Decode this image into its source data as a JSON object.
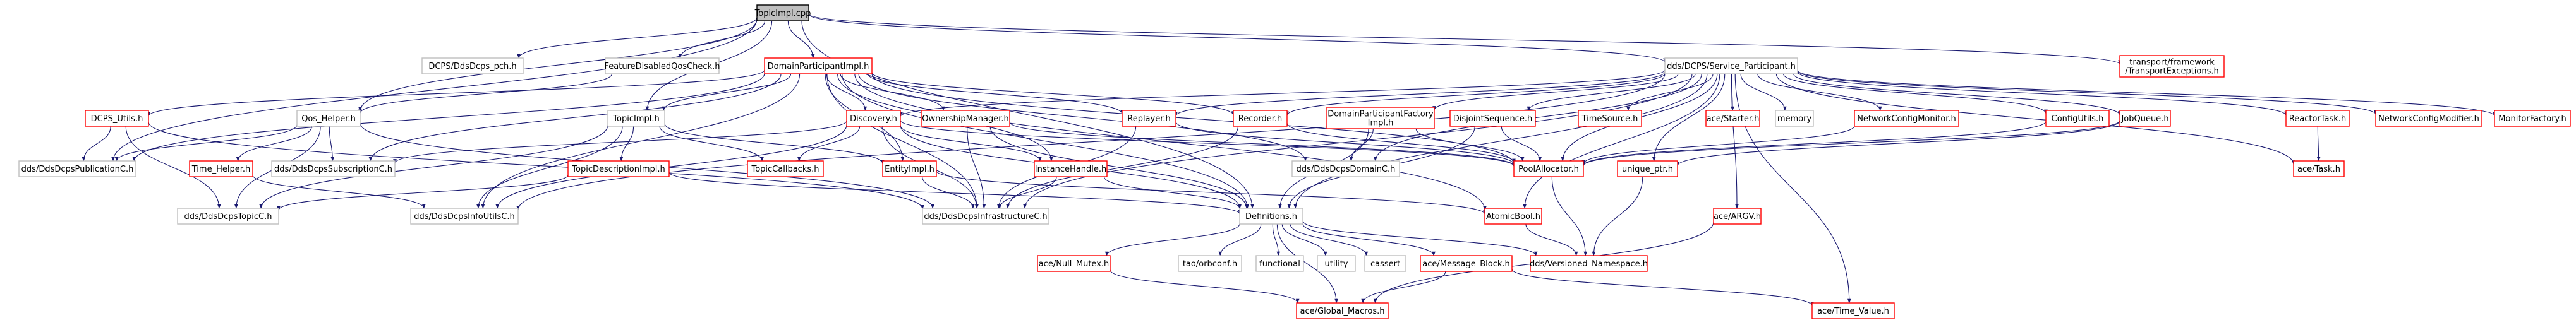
{
  "nodes": {
    "root": {
      "lines": [
        "TopicImpl.cpp"
      ],
      "missing": false,
      "root": true
    },
    "ddsdcpspch": {
      "lines": [
        "DCPS/DdsDcps_pch.h"
      ],
      "missing": false
    },
    "featuredisabled": {
      "lines": [
        "FeatureDisabledQosCheck.h"
      ],
      "missing": false
    },
    "domainparticipantimpl": {
      "lines": [
        "DomainParticipantImpl.h"
      ],
      "missing": true
    },
    "serviceparticipant": {
      "lines": [
        "dds/DCPS/Service_Participant.h"
      ],
      "missing": false
    },
    "transportexceptions": {
      "lines": [
        "transport/framework",
        "/TransportExceptions.h"
      ],
      "missing": true
    },
    "dcpsutils": {
      "lines": [
        "DCPS_Utils.h"
      ],
      "missing": true
    },
    "qoshelper": {
      "lines": [
        "Qos_Helper.h"
      ],
      "missing": false
    },
    "topicimplh": {
      "lines": [
        "TopicImpl.h"
      ],
      "missing": false
    },
    "discovery": {
      "lines": [
        "Discovery.h"
      ],
      "missing": true
    },
    "ownershipmanager": {
      "lines": [
        "OwnershipManager.h"
      ],
      "missing": true
    },
    "replayer": {
      "lines": [
        "Replayer.h"
      ],
      "missing": true
    },
    "recorder": {
      "lines": [
        "Recorder.h"
      ],
      "missing": true
    },
    "dpfactoryimpl": {
      "lines": [
        "DomainParticipantFactory",
        "Impl.h"
      ],
      "missing": true
    },
    "disjointsequence": {
      "lines": [
        "DisjointSequence.h"
      ],
      "missing": true
    },
    "timesource": {
      "lines": [
        "TimeSource.h"
      ],
      "missing": true
    },
    "acestarter": {
      "lines": [
        "ace/Starter.h"
      ],
      "missing": true
    },
    "memory": {
      "lines": [
        "memory"
      ],
      "missing": false
    },
    "netconfigmonitor": {
      "lines": [
        "NetworkConfigMonitor.h"
      ],
      "missing": true
    },
    "configutils": {
      "lines": [
        "ConfigUtils.h"
      ],
      "missing": true
    },
    "jobqueue": {
      "lines": [
        "JobQueue.h"
      ],
      "missing": true
    },
    "reactortask": {
      "lines": [
        "ReactorTask.h"
      ],
      "missing": true
    },
    "netconfigmodifier": {
      "lines": [
        "NetworkConfigModifier.h"
      ],
      "missing": true
    },
    "monitorfactory": {
      "lines": [
        "MonitorFactory.h"
      ],
      "missing": true
    },
    "publicationc": {
      "lines": [
        "dds/DdsDcpsPublicationC.h"
      ],
      "missing": false
    },
    "subscriptionc": {
      "lines": [
        "dds/DdsDcpsSubscriptionC.h"
      ],
      "missing": false
    },
    "timehelper": {
      "lines": [
        "Time_Helper.h"
      ],
      "missing": true
    },
    "topiccallbacks": {
      "lines": [
        "TopicCallbacks.h"
      ],
      "missing": true
    },
    "topicdescimpl": {
      "lines": [
        "TopicDescriptionImpl.h"
      ],
      "missing": true
    },
    "entityimpl": {
      "lines": [
        "EntityImpl.h"
      ],
      "missing": true
    },
    "instancehandle": {
      "lines": [
        "InstanceHandle.h"
      ],
      "missing": true
    },
    "domainc": {
      "lines": [
        "dds/DdsDcpsDomainC.h"
      ],
      "missing": false
    },
    "poolallocator": {
      "lines": [
        "PoolAllocator.h"
      ],
      "missing": true
    },
    "uniqueptr": {
      "lines": [
        "unique_ptr.h"
      ],
      "missing": true
    },
    "acetask": {
      "lines": [
        "ace/Task.h"
      ],
      "missing": true
    },
    "topicc": {
      "lines": [
        "dds/DdsDcpsTopicC.h"
      ],
      "missing": false
    },
    "infoutilsc": {
      "lines": [
        "dds/DdsDcpsInfoUtilsC.h"
      ],
      "missing": false
    },
    "infrastructurec": {
      "lines": [
        "dds/DdsDcpsInfrastructureC.h"
      ],
      "missing": false
    },
    "definitions": {
      "lines": [
        "Definitions.h"
      ],
      "missing": false
    },
    "atomicbool": {
      "lines": [
        "AtomicBool.h"
      ],
      "missing": true
    },
    "aceargv": {
      "lines": [
        "ace/ARGV.h"
      ],
      "missing": true
    },
    "nullmutex": {
      "lines": [
        "ace/Null_Mutex.h"
      ],
      "missing": true
    },
    "taoorbconf": {
      "lines": [
        "tao/orbconf.h"
      ],
      "missing": false
    },
    "functional": {
      "lines": [
        "functional"
      ],
      "missing": false
    },
    "utility": {
      "lines": [
        "utility"
      ],
      "missing": false
    },
    "cassert": {
      "lines": [
        "cassert"
      ],
      "missing": false
    },
    "messageblock": {
      "lines": [
        "ace/Message_Block.h"
      ],
      "missing": true
    },
    "versionednamespace": {
      "lines": [
        "dds/Versioned_Namespace.h"
      ],
      "missing": true
    },
    "globalmacros": {
      "lines": [
        "ace/Global_Macros.h"
      ],
      "missing": true
    },
    "timevalue": {
      "lines": [
        "ace/Time_Value.h"
      ],
      "missing": true
    }
  },
  "edges": [
    [
      "root",
      "ddsdcpspch"
    ],
    [
      "root",
      "featuredisabled"
    ],
    [
      "root",
      "domainparticipantimpl"
    ],
    [
      "root",
      "serviceparticipant"
    ],
    [
      "root",
      "transportexceptions"
    ],
    [
      "root",
      "qoshelper"
    ],
    [
      "root",
      "topicimplh"
    ],
    [
      "root",
      "publicationc"
    ],
    [
      "root",
      "definitions"
    ],
    [
      "featuredisabled",
      "qoshelper"
    ],
    [
      "domainparticipantimpl",
      "dcpsutils"
    ],
    [
      "domainparticipantimpl",
      "topicimplh"
    ],
    [
      "domainparticipantimpl",
      "discovery"
    ],
    [
      "domainparticipantimpl",
      "ownershipmanager"
    ],
    [
      "domainparticipantimpl",
      "replayer"
    ],
    [
      "domainparticipantimpl",
      "recorder"
    ],
    [
      "domainparticipantimpl",
      "poolallocator"
    ],
    [
      "domainparticipantimpl",
      "instancehandle"
    ],
    [
      "domainparticipantimpl",
      "entityimpl"
    ],
    [
      "domainparticipantimpl",
      "infrastructurec"
    ],
    [
      "domainparticipantimpl",
      "definitions"
    ],
    [
      "domainparticipantimpl",
      "infoutilsc"
    ],
    [
      "domainparticipantimpl",
      "atomicbool"
    ],
    [
      "domainparticipantimpl",
      "domainc"
    ],
    [
      "domainparticipantimpl",
      "subscriptionc"
    ],
    [
      "domainparticipantimpl",
      "publicationc"
    ],
    [
      "serviceparticipant",
      "discovery"
    ],
    [
      "serviceparticipant",
      "replayer"
    ],
    [
      "serviceparticipant",
      "recorder"
    ],
    [
      "serviceparticipant",
      "dpfactoryimpl"
    ],
    [
      "serviceparticipant",
      "disjointsequence"
    ],
    [
      "serviceparticipant",
      "timesource"
    ],
    [
      "serviceparticipant",
      "acestarter"
    ],
    [
      "serviceparticipant",
      "memory"
    ],
    [
      "serviceparticipant",
      "netconfigmonitor"
    ],
    [
      "serviceparticipant",
      "configutils"
    ],
    [
      "serviceparticipant",
      "jobqueue"
    ],
    [
      "serviceparticipant",
      "reactortask"
    ],
    [
      "serviceparticipant",
      "netconfigmodifier"
    ],
    [
      "serviceparticipant",
      "monitorfactory"
    ],
    [
      "serviceparticipant",
      "poolallocator"
    ],
    [
      "serviceparticipant",
      "uniqueptr"
    ],
    [
      "serviceparticipant",
      "definitions"
    ],
    [
      "serviceparticipant",
      "domainc"
    ],
    [
      "serviceparticipant",
      "infrastructurec"
    ],
    [
      "serviceparticipant",
      "atomicbool"
    ],
    [
      "serviceparticipant",
      "aceargv"
    ],
    [
      "serviceparticipant",
      "acetask"
    ],
    [
      "serviceparticipant",
      "timevalue"
    ],
    [
      "serviceparticipant",
      "infoutilsc"
    ],
    [
      "dcpsutils",
      "publicationc"
    ],
    [
      "dcpsutils",
      "topicc"
    ],
    [
      "dcpsutils",
      "infrastructurec"
    ],
    [
      "qoshelper",
      "publicationc"
    ],
    [
      "qoshelper",
      "subscriptionc"
    ],
    [
      "qoshelper",
      "timehelper"
    ],
    [
      "qoshelper",
      "topicc"
    ],
    [
      "qoshelper",
      "infrastructurec"
    ],
    [
      "timehelper",
      "infoutilsc"
    ],
    [
      "topicimplh",
      "topiccallbacks"
    ],
    [
      "topicimplh",
      "topicdescimpl"
    ],
    [
      "topicimplh",
      "topicc"
    ],
    [
      "topicimplh",
      "infoutilsc"
    ],
    [
      "topicimplh",
      "entityimpl"
    ],
    [
      "topicdescimpl",
      "topicc"
    ],
    [
      "topicdescimpl",
      "definitions"
    ],
    [
      "discovery",
      "topiccallbacks"
    ],
    [
      "discovery",
      "instancehandle"
    ],
    [
      "discovery",
      "subscriptionc"
    ],
    [
      "discovery",
      "infoutilsc"
    ],
    [
      "discovery",
      "infrastructurec"
    ],
    [
      "discovery",
      "poolallocator"
    ],
    [
      "discovery",
      "definitions"
    ],
    [
      "ownershipmanager",
      "infrastructurec"
    ],
    [
      "ownershipmanager",
      "poolallocator"
    ],
    [
      "ownershipmanager",
      "definitions"
    ],
    [
      "replayer",
      "infrastructurec"
    ],
    [
      "replayer",
      "poolallocator"
    ],
    [
      "recorder",
      "infrastructurec"
    ],
    [
      "recorder",
      "poolallocator"
    ],
    [
      "dpfactoryimpl",
      "definitions"
    ],
    [
      "dpfactoryimpl",
      "poolallocator"
    ],
    [
      "dpfactoryimpl",
      "domainc"
    ],
    [
      "disjointsequence",
      "definitions"
    ],
    [
      "disjointsequence",
      "poolallocator"
    ],
    [
      "configutils",
      "poolallocator"
    ],
    [
      "jobqueue",
      "poolallocator"
    ],
    [
      "jobqueue",
      "uniqueptr"
    ],
    [
      "netconfigmonitor",
      "poolallocator"
    ],
    [
      "reactortask",
      "acetask"
    ],
    [
      "entityimpl",
      "infrastructurec"
    ],
    [
      "entityimpl",
      "atomicbool"
    ],
    [
      "instancehandle",
      "definitions"
    ],
    [
      "instancehandle",
      "infrastructurec"
    ],
    [
      "poolallocator",
      "versionednamespace"
    ],
    [
      "uniqueptr",
      "versionednamespace"
    ],
    [
      "atomicbool",
      "versionednamespace"
    ],
    [
      "aceargv",
      "globalmacros"
    ],
    [
      "definitions",
      "nullmutex"
    ],
    [
      "definitions",
      "taoorbconf"
    ],
    [
      "definitions",
      "functional"
    ],
    [
      "definitions",
      "utility"
    ],
    [
      "definitions",
      "cassert"
    ],
    [
      "definitions",
      "messageblock"
    ],
    [
      "definitions",
      "versionednamespace"
    ],
    [
      "definitions",
      "globalmacros"
    ],
    [
      "nullmutex",
      "globalmacros"
    ],
    [
      "messageblock",
      "globalmacros"
    ],
    [
      "messageblock",
      "timevalue"
    ]
  ]
}
